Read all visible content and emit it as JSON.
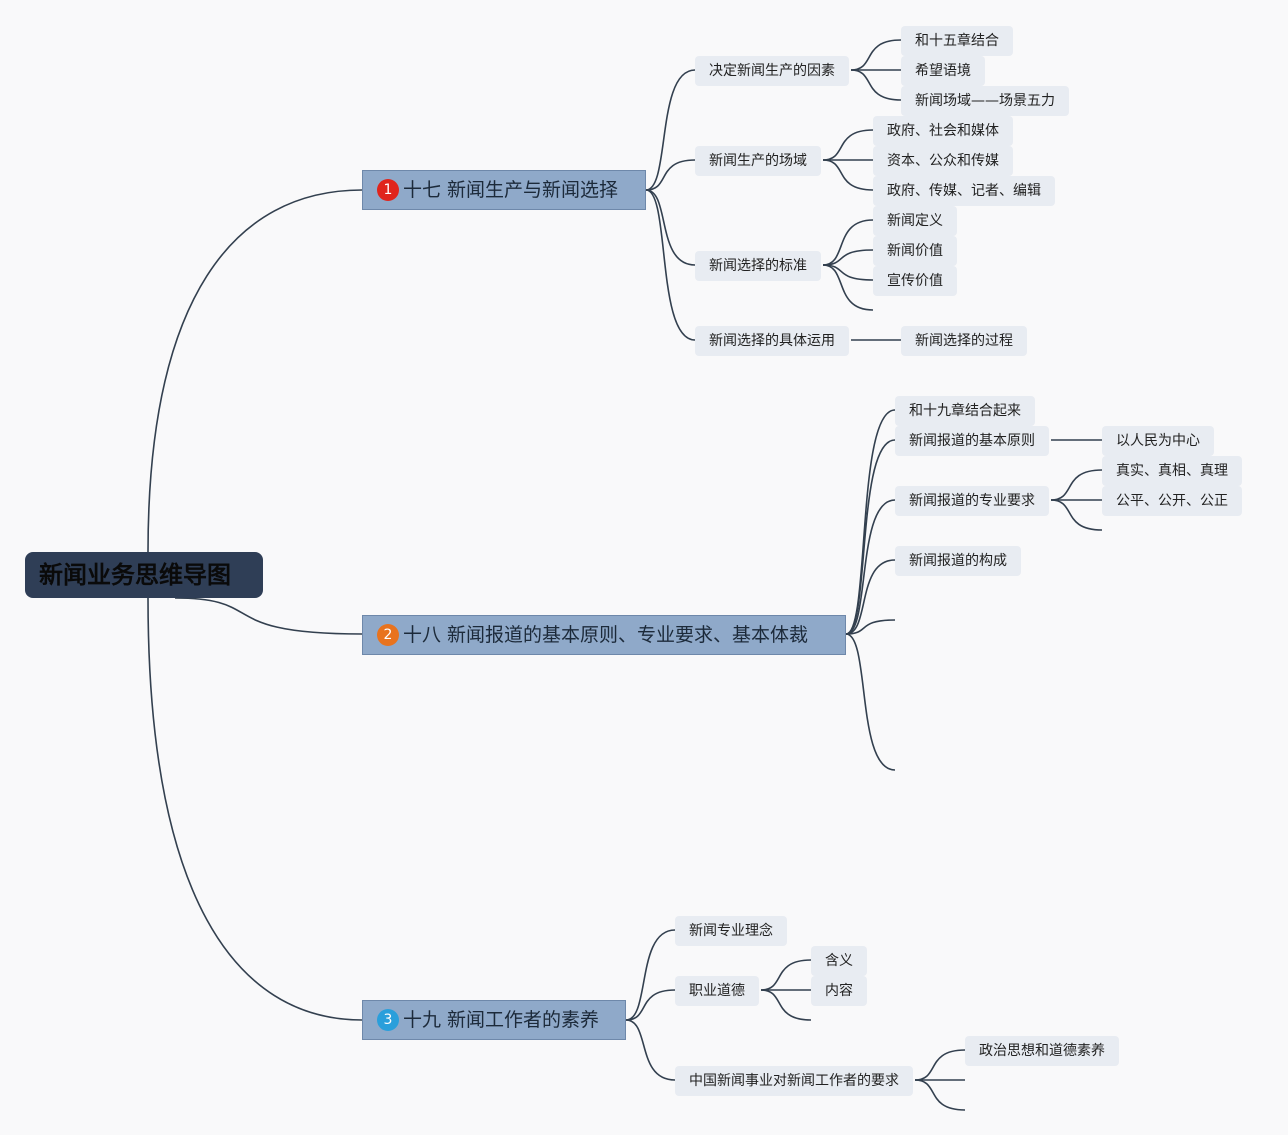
{
  "root": {
    "title": "新闻业务思维导图"
  },
  "topics": [
    {
      "badge": "1",
      "badge_color": "#e0241c",
      "title": "十七 新闻生产与新闻选择",
      "children": [
        {
          "label": "决定新闻生产的因素",
          "children": [
            "和十五章结合",
            "希望语境",
            "新闻场域——场景五力"
          ]
        },
        {
          "label": "新闻生产的场域",
          "children": [
            "政府、社会和媒体",
            "资本、公众和传媒",
            "政府、传媒、记者、编辑"
          ]
        },
        {
          "label": "新闻选择的标准",
          "children": [
            "新闻定义",
            "新闻价值",
            "宣传价值"
          ]
        },
        {
          "label": "新闻选择的具体运用",
          "children": [
            "新闻选择的过程"
          ]
        }
      ]
    },
    {
      "badge": "2",
      "badge_color": "#e8731e",
      "title": "十八 新闻报道的基本原则、专业要求、基本体裁",
      "children": [
        {
          "label": "和十九章结合起来",
          "children": []
        },
        {
          "label": "新闻报道的基本原则",
          "children": [
            "以人民为中心"
          ]
        },
        {
          "label": "新闻报道的专业要求",
          "children": [
            "真实、真相、真理",
            "公平、公开、公正"
          ]
        },
        {
          "label": "新闻报道的构成",
          "children": []
        }
      ]
    },
    {
      "badge": "3",
      "badge_color": "#2a9fdb",
      "title": "十九 新闻工作者的素养",
      "children": [
        {
          "label": "新闻专业理念",
          "children": []
        },
        {
          "label": "职业道德",
          "children": [
            "含义",
            "内容"
          ]
        },
        {
          "label": "中国新闻事业对新闻工作者的要求",
          "children": [
            "政治思想和道德素养"
          ]
        }
      ]
    }
  ]
}
